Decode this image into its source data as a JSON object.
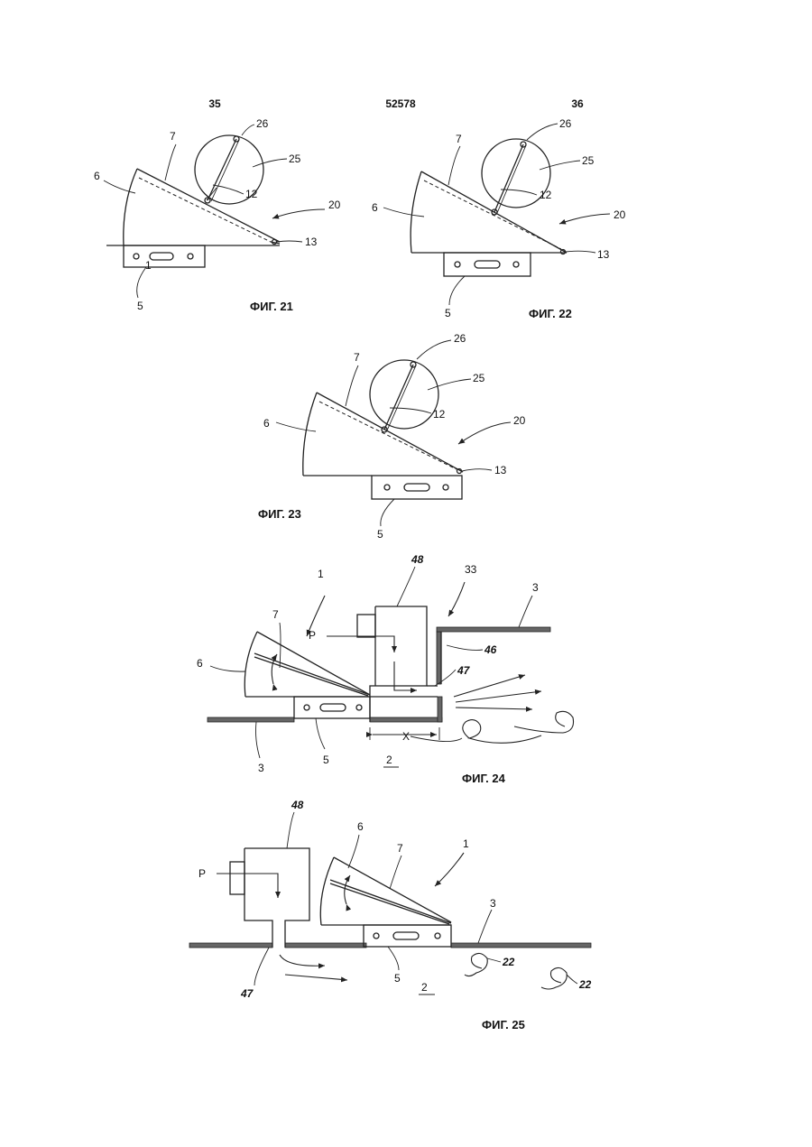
{
  "header": {
    "left": "35",
    "center": "52578",
    "right": "36"
  },
  "figures": {
    "fig21": {
      "caption": "ФИГ. 21",
      "labels": {
        "l26": "26",
        "l7": "7",
        "l25": "25",
        "l6": "6",
        "l12": "12",
        "l20": "20",
        "l13": "13",
        "l5": "5",
        "l1": "1"
      }
    },
    "fig22": {
      "caption": "ФИГ. 22",
      "labels": {
        "l26": "26",
        "l7": "7",
        "l25": "25",
        "l6": "6",
        "l12": "12",
        "l20": "20",
        "l13": "13",
        "l5": "5"
      }
    },
    "fig23": {
      "caption": "ФИГ. 23",
      "labels": {
        "l26": "26",
        "l7": "7",
        "l25": "25",
        "l6": "6",
        "l12": "12",
        "l20": "20",
        "l13": "13",
        "l5": "5"
      }
    },
    "fig24": {
      "caption": "ФИГ. 24",
      "labels": {
        "l48": "48",
        "l33": "33",
        "l3a": "3",
        "l1": "1",
        "l7": "7",
        "lP": "P",
        "l46": "46",
        "l6": "6",
        "l47": "47",
        "lX": "X",
        "l3b": "3",
        "l5": "5",
        "l2": "2"
      }
    },
    "fig25": {
      "caption": "ФИГ. 25",
      "labels": {
        "l48": "48",
        "l6": "6",
        "l7": "7",
        "l1": "1",
        "lP": "P",
        "l3": "3",
        "l22a": "22",
        "l47": "47",
        "l5": "5",
        "l2": "2",
        "l22b": "22"
      }
    }
  }
}
